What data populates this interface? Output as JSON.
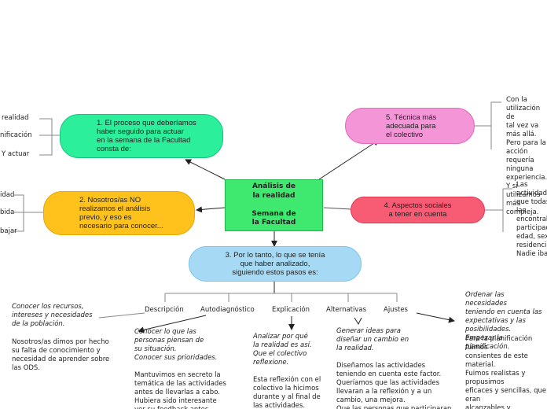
{
  "central": {
    "text": "Análisis de\nla realidad\n\nSemana de\nla Facultad",
    "color": "#3fe86f"
  },
  "branches": {
    "b1": {
      "text": "1. El proceso que deberíamos\nhaber seguido para actuar\nen la semana de la Facultad\nconsta de:",
      "color": "#2bef9a"
    },
    "b2": {
      "text": "2. Nosotros/as NO\nrealizamos el análisis\nprevio, y eso es\nnecesario para conocer...",
      "color": "#ffc21c"
    },
    "b3": {
      "text": "3. Por lo tanto, lo que se tenía\nque haber analizado,\nsiguiendo estos pasos es:",
      "color": "#a6daf4"
    },
    "b4": {
      "text": "4. Aspectos sociales\na tener en cuenta",
      "color": "#f75c74"
    },
    "b5": {
      "text": "5. Técnica más\nadecuada para\nel colectivo",
      "color": "#f495d8"
    }
  },
  "left_b1": [
    "realidad",
    "nificación",
    "Y actuar"
  ],
  "left_b2": [
    "idad",
    "bida",
    "bajar"
  ],
  "steps": [
    "Descripción",
    "Autodiagnóstico",
    "Explicación",
    "Alternativas",
    "Ajustes"
  ],
  "notes": {
    "descripcion_a": "Conocer los recursos,\nintereses y necesidades\nde la población.",
    "descripcion_b": "Nosotros/as dimos por hecho\nsu falta de conocimiento y\nnecesidad de aprender sobre\nlas ODS.",
    "autodiag_a": "Conocer lo que las\npersonas piensan de\nsu situación.\nConocer sus prioridades.",
    "autodiag_b": "Mantuvimos en secreto la\ntemática de las actividades\nantes de llevarlas a cabo.\nHubiera sido interesante\nver su feedback antes.",
    "explic_a": "Analizar por qué\nla realidad es así.\nQue el colectivo\nreflexione.",
    "explic_b": "Esta reflexión con el\ncolectivo la hicimos\ndurante y al final de\nlas actividades.",
    "altern_a": "Generar ideas para\ndiseñar un cambio en\nla realidad.",
    "altern_b": "Diseñamos las actividades\nteniendo en cuenta este factor.\nQueríamos que las actividades\nllevaran a la reflexión y a un\ncambio, una mejora.\nQue las personas que participaran",
    "ajustes_a": "Ordenar las necesidades\nteniendo en cuenta las\nexpectativas y las posibilidades.\nEmpezar la planificación.",
    "ajustes_b": "Para la planificación fuimos\nconsientes de este material.\nFuimos realistas y propusimos\neficaces y sencillas, que eran\nalcanzables y produjeran",
    "b5_note": "Con la utilización de\ntal vez va más allá.\nPero para la acción\nrequería ninguna\nexperiencia. Y si\nutilizamos más\ncompleja.",
    "b4_note": "Las actividades\nque todas las\nencontraban\nparticipación\nedad, sexo,\nresidencia,\nNadie iba"
  }
}
